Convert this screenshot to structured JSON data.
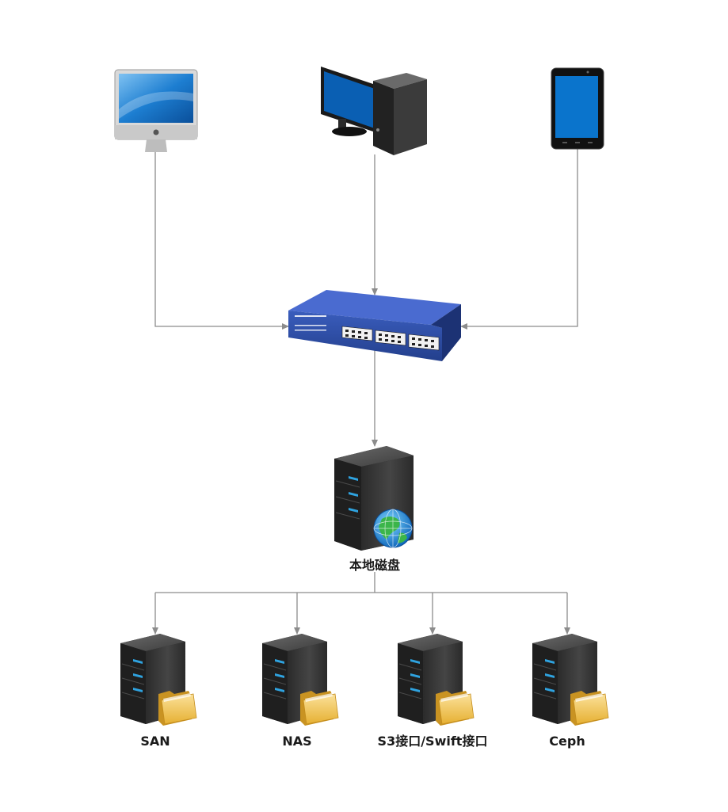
{
  "nodes": {
    "imac": {
      "label": "",
      "icon": "imac-icon"
    },
    "desktop": {
      "label": "",
      "icon": "desktop-pc-icon"
    },
    "tablet": {
      "label": "",
      "icon": "tablet-icon"
    },
    "switch": {
      "label": "",
      "icon": "network-switch-icon"
    },
    "local_disk": {
      "label": "本地磁盘",
      "icon": "web-server-icon"
    },
    "san": {
      "label": "SAN",
      "icon": "file-server-icon"
    },
    "nas": {
      "label": "NAS",
      "icon": "file-server-icon"
    },
    "s3": {
      "label": "S3接口/Swift接口",
      "icon": "file-server-icon"
    },
    "ceph": {
      "label": "Ceph",
      "icon": "file-server-icon"
    }
  },
  "edges": [
    {
      "from": "imac",
      "to": "switch"
    },
    {
      "from": "desktop",
      "to": "switch"
    },
    {
      "from": "tablet",
      "to": "switch"
    },
    {
      "from": "switch",
      "to": "local_disk"
    },
    {
      "from": "local_disk",
      "to": "san"
    },
    {
      "from": "local_disk",
      "to": "nas"
    },
    {
      "from": "local_disk",
      "to": "s3"
    },
    {
      "from": "local_disk",
      "to": "ceph"
    }
  ],
  "colors": {
    "connector": "#8c8c8c",
    "switch_body": "#2f4fa6",
    "server_body": "#3a3a3a",
    "server_led": "#2fa3e0",
    "folder": "#f0c04a",
    "screen": "#0a6fc2"
  }
}
